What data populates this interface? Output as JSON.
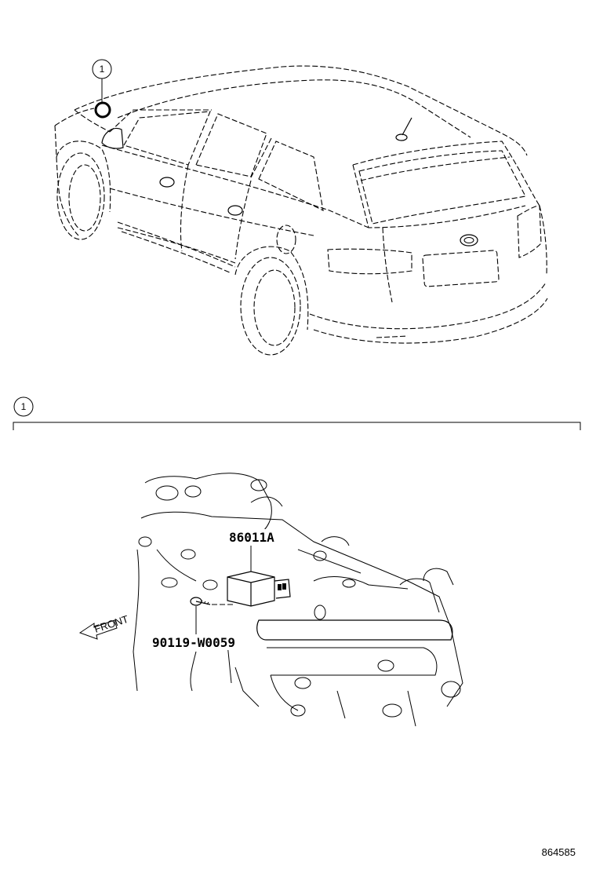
{
  "callouts": {
    "top_number": "1",
    "section_number": "1"
  },
  "parts": {
    "relay_part_number": "86011A",
    "bolt_part_number": "90119-W0059"
  },
  "front_arrow_label": "FRONT",
  "figure_id": "864585"
}
